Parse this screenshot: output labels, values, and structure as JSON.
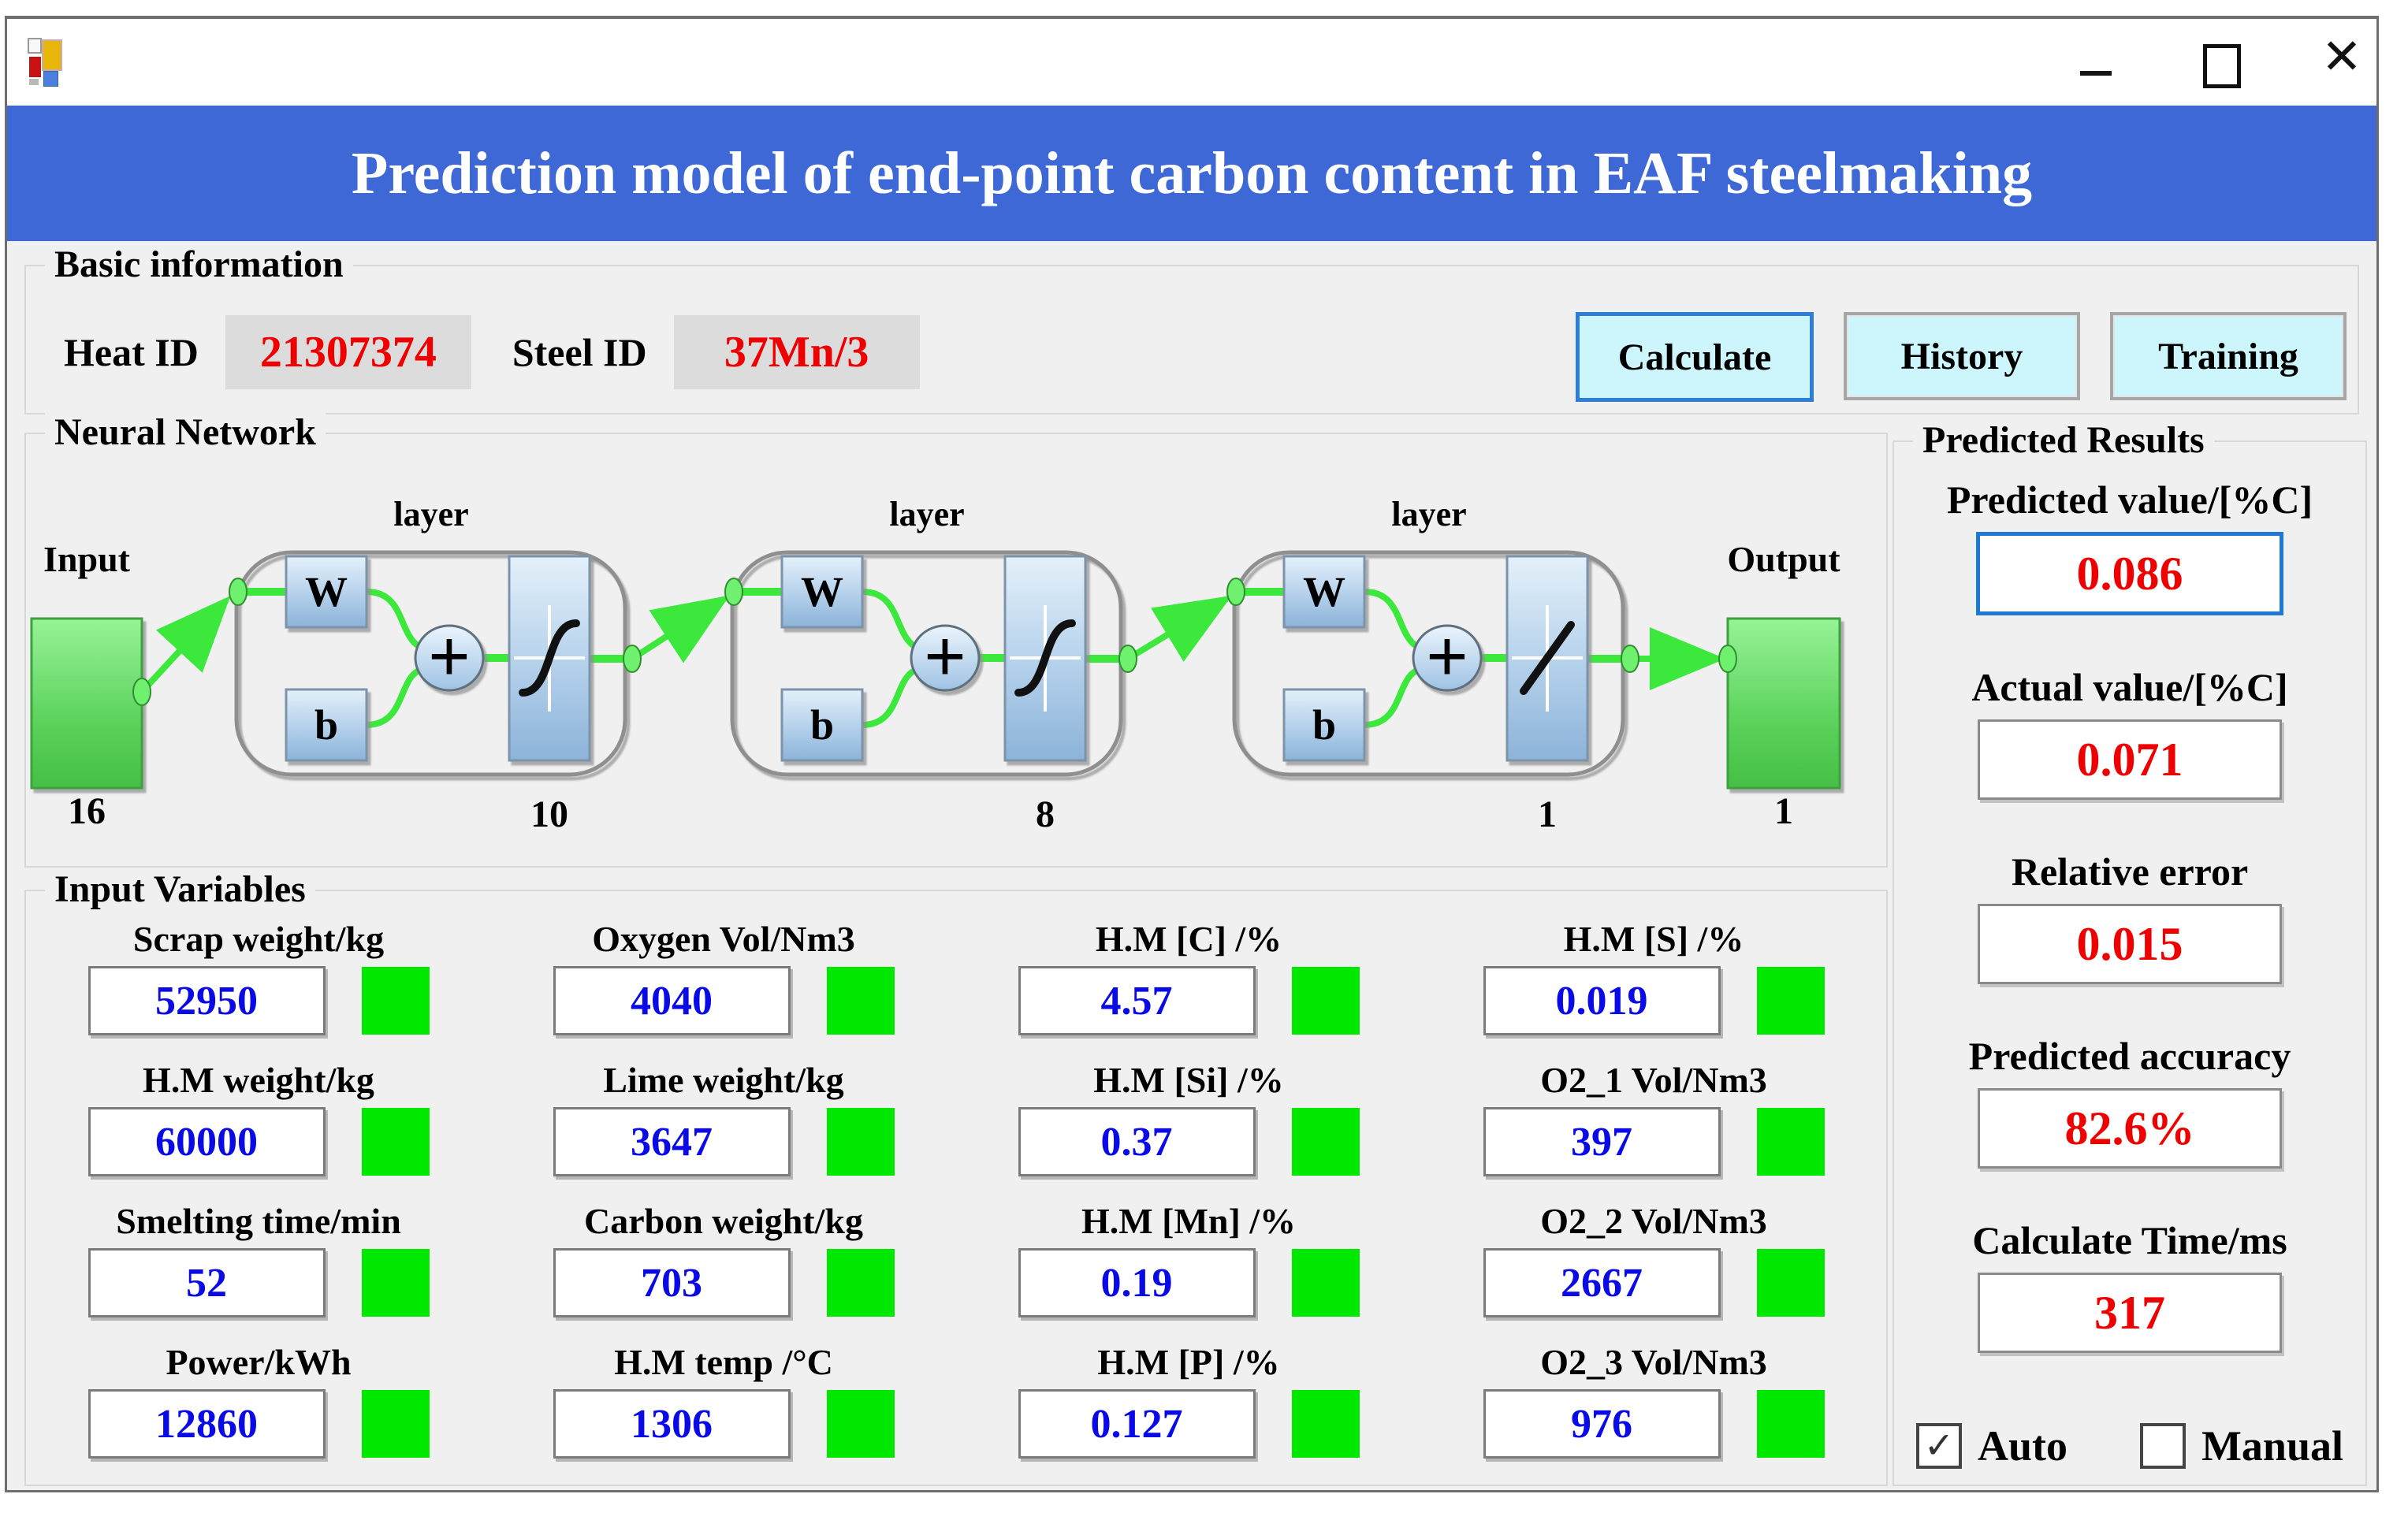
{
  "window": {
    "minimize_glyph": "–",
    "close_glyph": "✕",
    "title": "Prediction model of end-point carbon content in EAF steelmaking"
  },
  "basic_information": {
    "title": "Basic information",
    "heat_id": {
      "label": "Heat ID",
      "value": "21307374"
    },
    "steel_id": {
      "label": "Steel ID",
      "value": "37Mn/3"
    },
    "buttons": {
      "calculate": "Calculate",
      "history": "History",
      "training": "Training"
    }
  },
  "neural_network": {
    "title": "Neural Network",
    "input": {
      "label": "Input",
      "size": "16"
    },
    "output": {
      "label": "Output",
      "size": "1"
    },
    "layers": [
      {
        "label": "layer",
        "weight": "W",
        "bias": "b",
        "plus": "+",
        "size": "10",
        "activation": "tansig"
      },
      {
        "label": "layer",
        "weight": "W",
        "bias": "b",
        "plus": "+",
        "size": "8",
        "activation": "tansig"
      },
      {
        "label": "layer",
        "weight": "W",
        "bias": "b",
        "plus": "+",
        "size": "1",
        "activation": "purelin"
      }
    ]
  },
  "input_variables": {
    "title": "Input Variables",
    "columns": [
      [
        {
          "label": "Scrap weight/kg",
          "value": "52950"
        },
        {
          "label": "H.M weight/kg",
          "value": "60000"
        },
        {
          "label": "Smelting time/min",
          "value": "52"
        },
        {
          "label": "Power/kWh",
          "value": "12860"
        }
      ],
      [
        {
          "label": "Oxygen Vol/Nm3",
          "value": "4040"
        },
        {
          "label": "Lime weight/kg",
          "value": "3647"
        },
        {
          "label": "Carbon weight/kg",
          "value": "703"
        },
        {
          "label": "H.M temp /°C",
          "value": "1306"
        }
      ],
      [
        {
          "label": "H.M [C] /%",
          "value": "4.57"
        },
        {
          "label": "H.M [Si] /%",
          "value": "0.37"
        },
        {
          "label": "H.M [Mn] /%",
          "value": "0.19"
        },
        {
          "label": "H.M [P] /%",
          "value": "0.127"
        }
      ],
      [
        {
          "label": "H.M [S] /%",
          "value": "0.019"
        },
        {
          "label": "O2_1 Vol/Nm3",
          "value": "397"
        },
        {
          "label": "O2_2 Vol/Nm3",
          "value": "2667"
        },
        {
          "label": "O2_3 Vol/Nm3",
          "value": "976"
        }
      ]
    ]
  },
  "predicted_results": {
    "title": "Predicted Results",
    "items": [
      {
        "label": "Predicted value/[%C]",
        "value": "0.086"
      },
      {
        "label": "Actual value/[%C]",
        "value": "0.071"
      },
      {
        "label": "Relative error",
        "value": "0.015"
      },
      {
        "label": "Predicted accuracy",
        "value": "82.6%"
      },
      {
        "label": "Calculate Time/ms",
        "value": "317"
      }
    ],
    "auto": {
      "label": "Auto",
      "checked": true,
      "check_glyph": "✓"
    },
    "manual": {
      "label": "Manual",
      "checked": false
    }
  },
  "colors": {
    "banner_blue": "#3d68d6",
    "value_blue": "#0a0ae6",
    "value_red": "#ee0000",
    "indicator_green": "#00e800",
    "button_cyan": "#ccf6fb"
  }
}
